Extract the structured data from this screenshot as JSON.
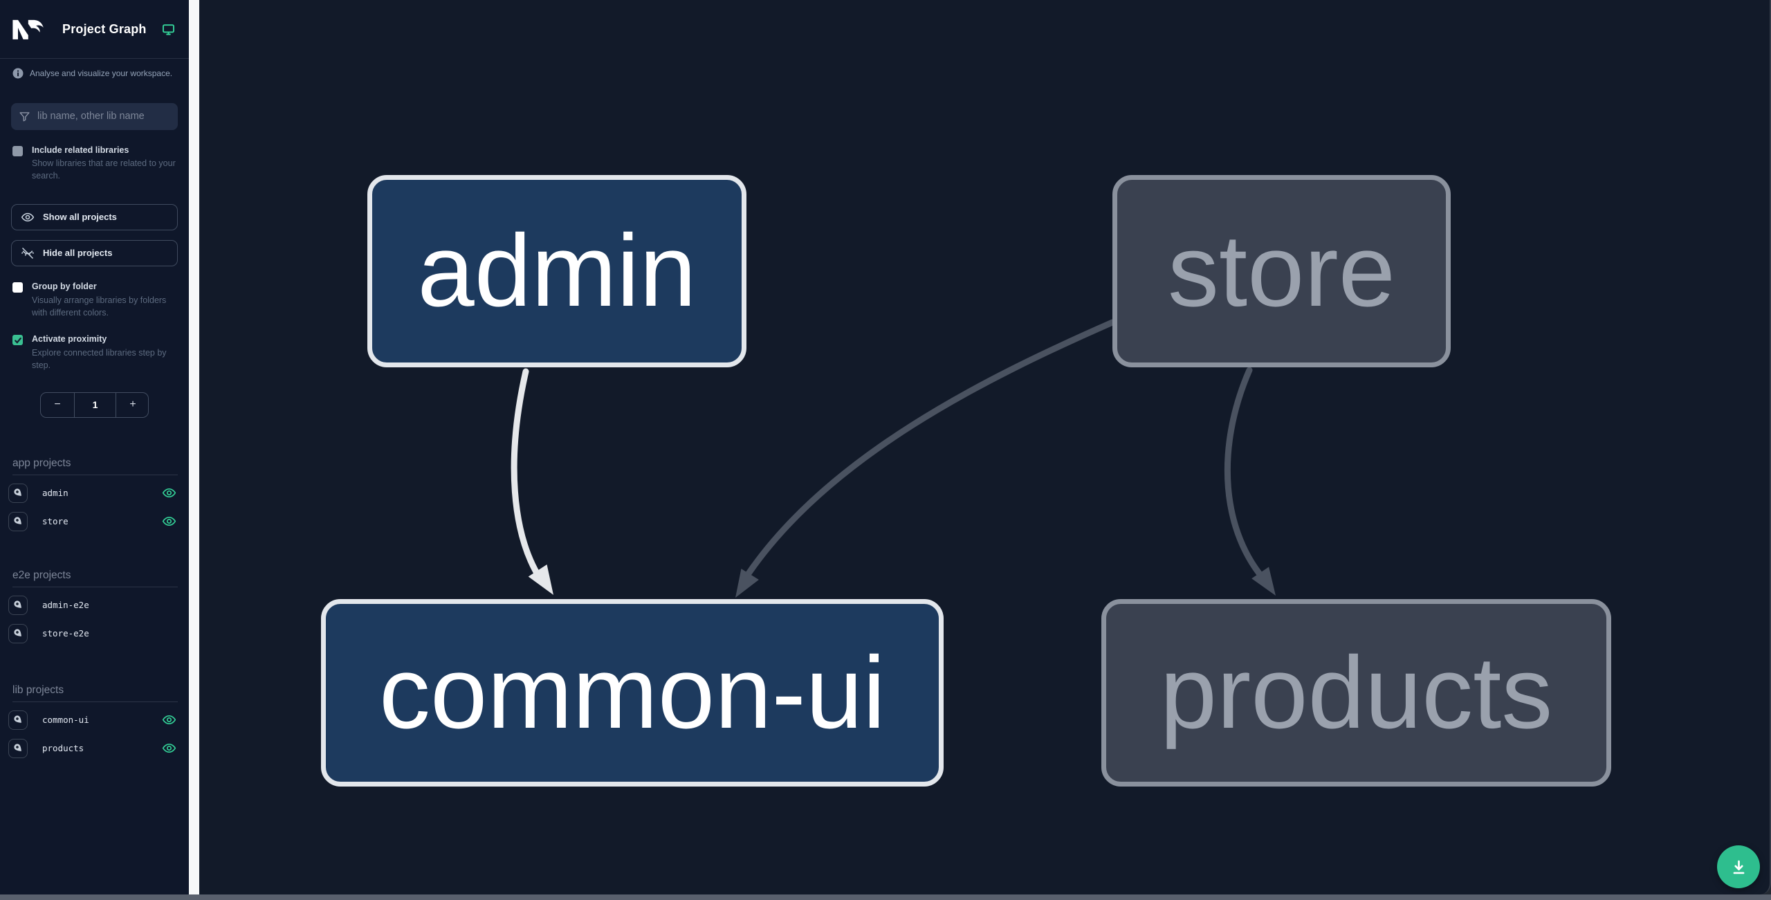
{
  "header": {
    "title": "Project Graph"
  },
  "sidebar": {
    "tagline": "Analyse and visualize your workspace.",
    "filter": {
      "placeholder": "lib name, other lib name",
      "value": ""
    },
    "options": [
      {
        "label": "Include related libraries",
        "description": "Show libraries that are related to your search.",
        "checked": false,
        "disabled": true
      },
      {
        "label": "Group by folder",
        "description": "Visually arrange libraries by folders with different colors.",
        "checked": false,
        "disabled": false
      },
      {
        "label": "Activate proximity",
        "description": "Explore connected libraries step by step.",
        "checked": true,
        "disabled": false
      }
    ],
    "actions": [
      {
        "label": "Show all projects"
      },
      {
        "label": "Hide all projects"
      }
    ],
    "proximity": {
      "value": "1",
      "decrement": "−",
      "increment": "+"
    },
    "sections": [
      {
        "title": "app projects",
        "items": [
          {
            "name": "admin",
            "visible": true
          },
          {
            "name": "store",
            "visible": true
          }
        ]
      },
      {
        "title": "e2e projects",
        "items": [
          {
            "name": "admin-e2e",
            "visible": false
          },
          {
            "name": "store-e2e",
            "visible": false
          }
        ]
      },
      {
        "title": "lib projects",
        "items": [
          {
            "name": "common-ui",
            "visible": true
          },
          {
            "name": "products",
            "visible": true
          }
        ]
      }
    ]
  },
  "graph": {
    "nodes": [
      {
        "id": "admin",
        "label": "admin",
        "type": "app",
        "state": "highlighted"
      },
      {
        "id": "store",
        "label": "store",
        "type": "app",
        "state": "muted"
      },
      {
        "id": "common-ui",
        "label": "common-ui",
        "type": "lib",
        "state": "highlighted"
      },
      {
        "id": "products",
        "label": "products",
        "type": "lib",
        "state": "muted"
      }
    ],
    "edges": [
      {
        "source": "admin",
        "target": "common-ui",
        "state": "highlighted"
      },
      {
        "source": "store",
        "target": "common-ui",
        "state": "muted"
      },
      {
        "source": "store",
        "target": "products",
        "state": "muted"
      }
    ]
  },
  "colors": {
    "accent_teal": "#34d399",
    "fab_teal": "#2ebe8e",
    "checkbox_checked": "#3ac092",
    "sidebar_bg": "#0f172a",
    "canvas_bg": "#121a29",
    "node_highlight_bg": "#1d3a5e",
    "node_highlight_border": "#e3e7ec",
    "node_muted_bg": "#3a4150",
    "node_muted_border": "#8a919d",
    "edge_highlight": "#e6e8eb",
    "edge_muted": "#4a5260"
  }
}
